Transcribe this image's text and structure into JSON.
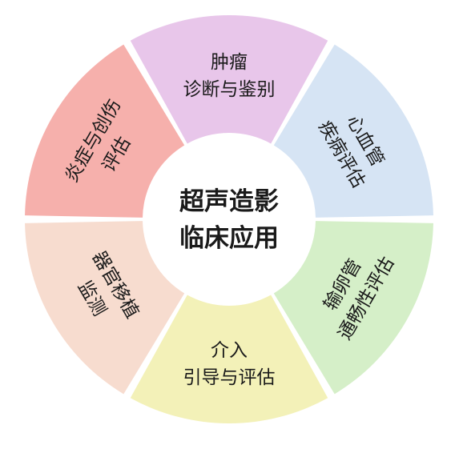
{
  "center": {
    "lines": [
      "超声造影",
      "临床应用"
    ]
  },
  "segments": [
    {
      "id": "tumor",
      "lines": [
        "肿瘤",
        "诊断与鉴别"
      ],
      "color": "#e8c6ea"
    },
    {
      "id": "cardiovascular",
      "lines": [
        "心血管",
        "疾病评估"
      ],
      "color": "#d6e4f4"
    },
    {
      "id": "fallopian",
      "lines": [
        "输卵管",
        "通畅性评估"
      ],
      "color": "#d5efc8"
    },
    {
      "id": "interventional",
      "lines": [
        "介入",
        "引导与评估"
      ],
      "color": "#f3f1b8"
    },
    {
      "id": "transplant",
      "lines": [
        "器官移植",
        "监测"
      ],
      "color": "#f7dccf"
    },
    {
      "id": "inflammation",
      "lines": [
        "炎症与创伤",
        "评估"
      ],
      "color": "#f6b0ac"
    }
  ]
}
